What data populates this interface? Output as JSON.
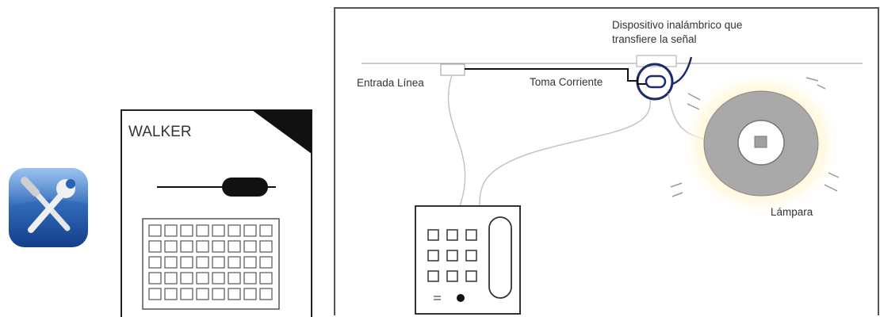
{
  "icons": {
    "tools": "tools-icon"
  },
  "walker_card": {
    "title": "WALKER"
  },
  "diagram": {
    "labels": {
      "wireless_device": [
        "Dispositivo inalámbrico que",
        "transfiere la señal"
      ],
      "line_input": "Entrada Línea",
      "outlet": "Toma Corriente",
      "lamp": "Lámpara"
    }
  },
  "colors": {
    "icon_blue": "#1f5fb4",
    "lamp_gray": "#a9a9a9",
    "highlight_navy": "#1d2a6b",
    "glow": "#fff3c4"
  }
}
